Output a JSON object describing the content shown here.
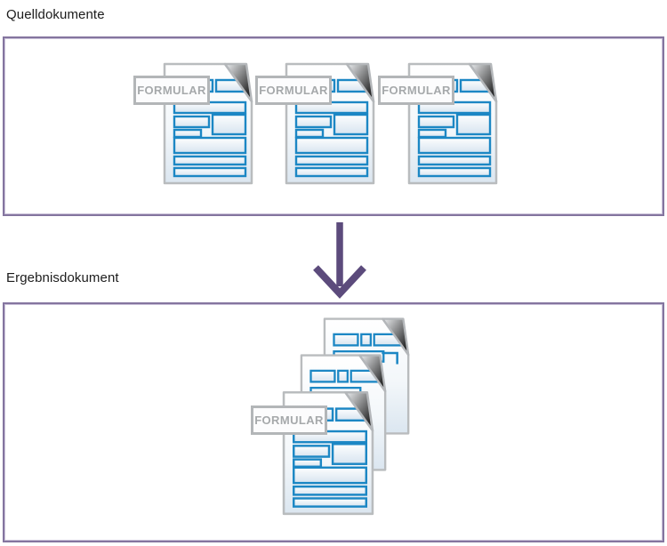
{
  "diagram": {
    "source": {
      "title": "Quelldokumente",
      "documents": [
        {
          "badge": "FORMULAR"
        },
        {
          "badge": "FORMULAR"
        },
        {
          "badge": "FORMULAR"
        }
      ]
    },
    "result": {
      "title": "Ergebnisdokument",
      "badge": "FORMULAR",
      "stack_count": 3
    },
    "arrow": {
      "direction": "down"
    },
    "colors": {
      "panel_border": "#84759f",
      "arrow": "#5c4b7c",
      "form_blue": "#1c87c4",
      "page_border": "#b9bcbe",
      "badge_border": "#b3b6b8",
      "badge_text": "#a6a9ab"
    }
  }
}
